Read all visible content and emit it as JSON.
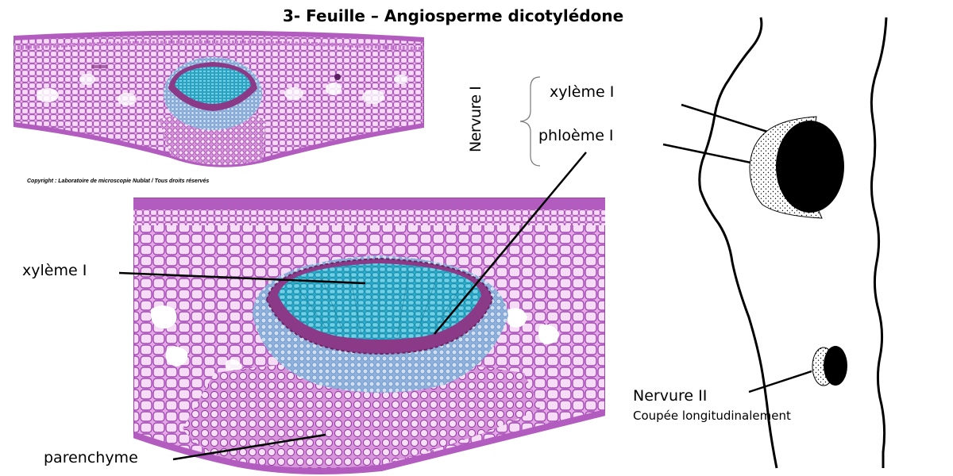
{
  "title": "3- Feuille – Angiosperme dicotylédone",
  "copyright": "Copyright : Laboratoire de microscopie Nublat / Tous droits réservés",
  "labels": {
    "xylem_bottom": "xylème I",
    "parenchyme": "parenchyme",
    "nervure1": "Nervure I",
    "xylem_right": "xylème I",
    "phloem_right": "phloème I",
    "nervure2": "Nervure II",
    "coupee": "Coupée longitudinalement"
  },
  "colors": {
    "parenchyma_pink": "#d38ad6",
    "cell_wall_purple": "#a04ab0",
    "xylem_cyan": "#3ab6d4",
    "phloem_blue": "#a9c4e6",
    "phloem_band_purple": "#8a3a86",
    "xylem_black": "#000000"
  }
}
